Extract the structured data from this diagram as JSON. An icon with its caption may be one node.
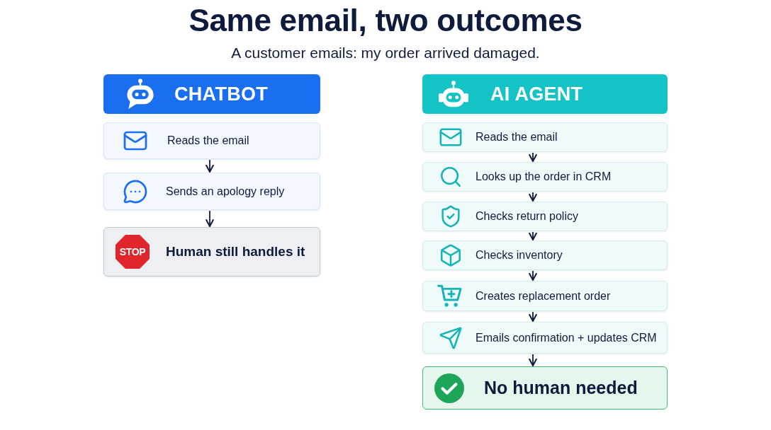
{
  "diagram": {
    "title": "Same email, two outcomes",
    "nodes": [
      {
        "text": [
          "CHATBOT"
        ]
      },
      {
        "text": [
          "Reads the email"
        ]
      },
      {
        "text": [
          "Sends an apology reply"
        ]
      },
      {
        "text": [
          "STOP",
          "Human still handles it"
        ]
      },
      {
        "text": [
          "AI AGENT"
        ]
      },
      {
        "text": [
          "Reads the email"
        ]
      },
      {
        "text": [
          "Looks up the order in CRM"
        ]
      },
      {
        "text": [
          "Checks return policy"
        ]
      },
      {
        "text": [
          "Checks inventory"
        ]
      },
      {
        "text": [
          "Creates replacement order"
        ]
      },
      {
        "text": [
          "Emails confirmation + updates CRM"
        ]
      },
      {
        "text": [
          "No human needed"
        ]
      }
    ],
    "edges": [
      {
        "from": 1,
        "to": 2,
        "arrow": "to"
      },
      {
        "from": 2,
        "to": 3,
        "arrow": "to"
      },
      {
        "from": 5,
        "to": 6,
        "arrow": "to"
      },
      {
        "from": 6,
        "to": 7,
        "arrow": "to"
      },
      {
        "from": 7,
        "to": 8,
        "arrow": "to"
      },
      {
        "from": 8,
        "to": 9,
        "arrow": "to"
      },
      {
        "from": 9,
        "to": 10,
        "arrow": "to"
      },
      {
        "from": 10,
        "to": 11,
        "arrow": "to"
      }
    ],
    "labels": [
      "A customer emails: my order arrived damaged."
    ]
  }
}
